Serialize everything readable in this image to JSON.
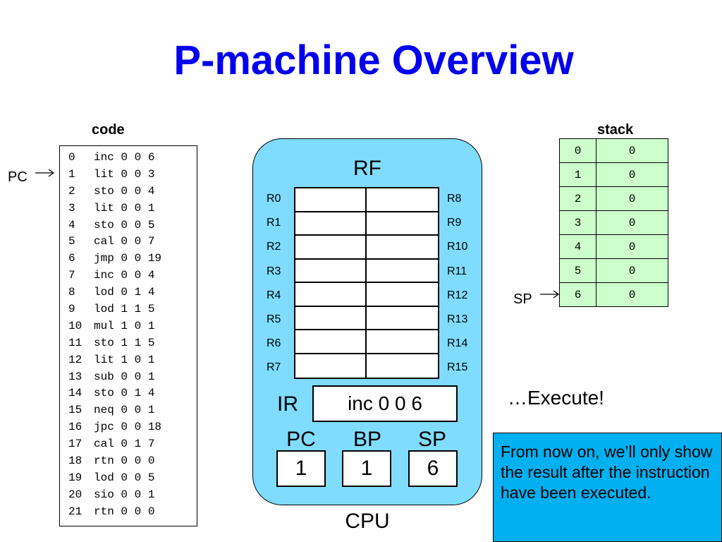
{
  "title": "P-machine Overview",
  "code": {
    "label": "code",
    "pointer_label": "PC",
    "lines": [
      {
        "n": "0",
        "ins": "inc 0 0 6"
      },
      {
        "n": "1",
        "ins": "lit 0 0 3"
      },
      {
        "n": "2",
        "ins": "sto 0 0 4"
      },
      {
        "n": "3",
        "ins": "lit 0 0 1"
      },
      {
        "n": "4",
        "ins": "sto 0 0 5"
      },
      {
        "n": "5",
        "ins": "cal 0 0 7"
      },
      {
        "n": "6",
        "ins": "jmp 0 0 19"
      },
      {
        "n": "7",
        "ins": "inc 0 0 4"
      },
      {
        "n": "8",
        "ins": "lod 0 1 4"
      },
      {
        "n": "9",
        "ins": "lod 1 1 5"
      },
      {
        "n": "10",
        "ins": "mul 1 0 1"
      },
      {
        "n": "11",
        "ins": "sto 1 1 5"
      },
      {
        "n": "12",
        "ins": "lit 1 0 1"
      },
      {
        "n": "13",
        "ins": "sub 0 0 1"
      },
      {
        "n": "14",
        "ins": "sto 0 1 4"
      },
      {
        "n": "15",
        "ins": "neq 0 0 1"
      },
      {
        "n": "16",
        "ins": "jpc 0 0 18"
      },
      {
        "n": "17",
        "ins": "cal 0 1 7"
      },
      {
        "n": "18",
        "ins": "rtn 0 0 0"
      },
      {
        "n": "19",
        "ins": "lod 0 0 5"
      },
      {
        "n": "20",
        "ins": "sio 0 0 1"
      },
      {
        "n": "21",
        "ins": "rtn 0 0 0"
      }
    ]
  },
  "cpu": {
    "label": "CPU",
    "rf_label": "RF",
    "registers_left": [
      "R0",
      "R1",
      "R2",
      "R3",
      "R4",
      "R5",
      "R6",
      "R7"
    ],
    "registers_right": [
      "R8",
      "R9",
      "R10",
      "R11",
      "R12",
      "R13",
      "R14",
      "R15"
    ],
    "ir_label": "IR",
    "ir_value": "inc 0 0 6",
    "pc_label": "PC",
    "pc_value": "1",
    "bp_label": "BP",
    "bp_value": "1",
    "sp_label": "SP",
    "sp_value": "6"
  },
  "stack": {
    "label": "stack",
    "pointer_label": "SP",
    "rows": [
      {
        "idx": "0",
        "val": "0"
      },
      {
        "idx": "1",
        "val": "0"
      },
      {
        "idx": "2",
        "val": "0"
      },
      {
        "idx": "3",
        "val": "0"
      },
      {
        "idx": "4",
        "val": "0"
      },
      {
        "idx": "5",
        "val": "0"
      },
      {
        "idx": "6",
        "val": "0"
      }
    ]
  },
  "execute_text": "…Execute!",
  "note_text": "From now on, we’ll only show the result after the instruction have been executed."
}
